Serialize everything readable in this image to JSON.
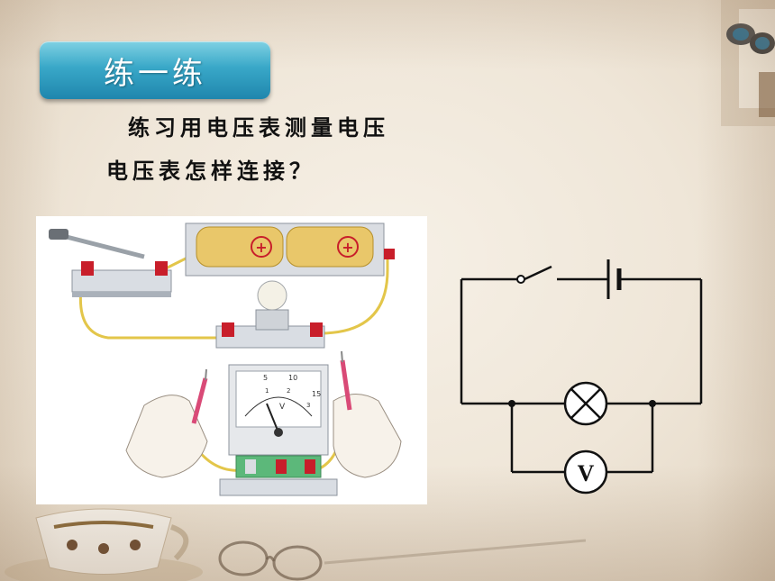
{
  "title": "练一练",
  "lines": [
    "练习用电压表测量电压",
    "电压表怎样连接？"
  ],
  "apparatus": {
    "battery_plus_1": "+",
    "battery_plus_2": "+",
    "meter_unit": "V",
    "meter_scale": [
      "5",
      "10",
      "15",
      "1",
      "2",
      "3"
    ]
  },
  "circuit": {
    "voltmeter_label": "V"
  },
  "colors": {
    "badge": "#39a8c8",
    "wire": "#111111",
    "terminal": "#c81e2a",
    "battery": "#e9c76a",
    "lead_wire": "#e3c64a"
  }
}
